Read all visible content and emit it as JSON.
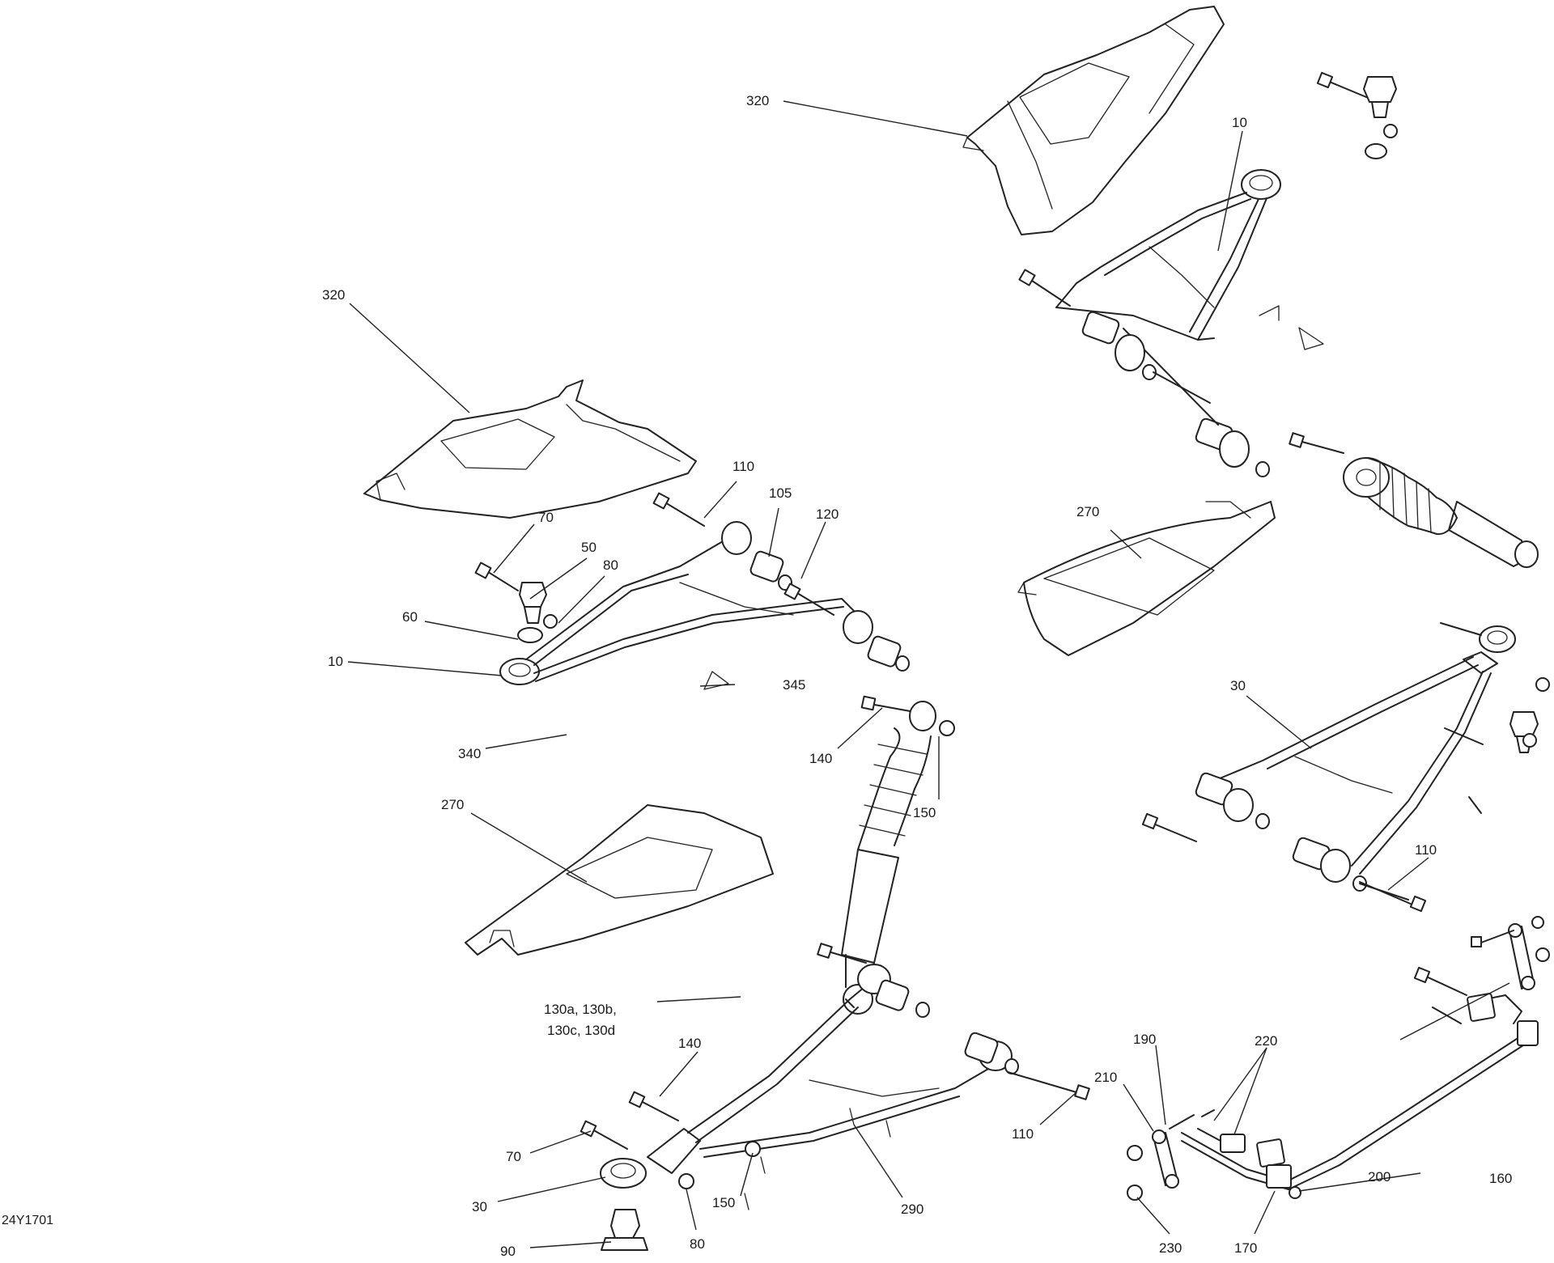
{
  "diagram_ref": "24Y1701",
  "callouts": {
    "c320a": "320",
    "c10a": "10",
    "c320b": "320",
    "c110a": "110",
    "c105": "105",
    "c120": "120",
    "c70a": "70",
    "c50": "50",
    "c80a": "80",
    "c60": "60",
    "c10b": "10",
    "c345": "345",
    "c270a": "270",
    "c30a": "30",
    "c140a": "140",
    "c150a": "150",
    "c340": "340",
    "c270b": "270",
    "c110b": "110",
    "c130_line1": "130a, 130b,",
    "c130_line2": "130c, 130d",
    "c140b": "140",
    "c190": "190",
    "c220": "220",
    "c210": "210",
    "c70b": "70",
    "c110c": "110",
    "c160": "160",
    "c200": "200",
    "c150b": "150",
    "c290": "290",
    "c30b": "30",
    "c80b": "80",
    "c230": "230",
    "c170": "170",
    "c90": "90"
  }
}
